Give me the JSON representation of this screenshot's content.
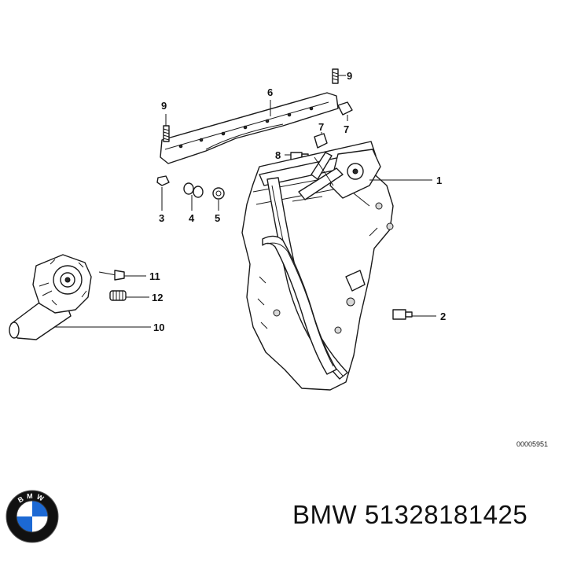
{
  "diagram": {
    "callouts": {
      "c1": "1",
      "c2": "2",
      "c3": "3",
      "c4": "4",
      "c5": "5",
      "c6": "6",
      "c7a": "7",
      "c7b": "7",
      "c8": "8",
      "c9a": "9",
      "c9b": "9",
      "c10": "10",
      "c11": "11",
      "c12": "12"
    },
    "reference_code": "00005951"
  },
  "footer": {
    "part_label": "BMW 51328181425",
    "logo_letters": "BMW"
  },
  "colors": {
    "logo_blue": "#1c69d4",
    "logo_ring": "#111111"
  }
}
